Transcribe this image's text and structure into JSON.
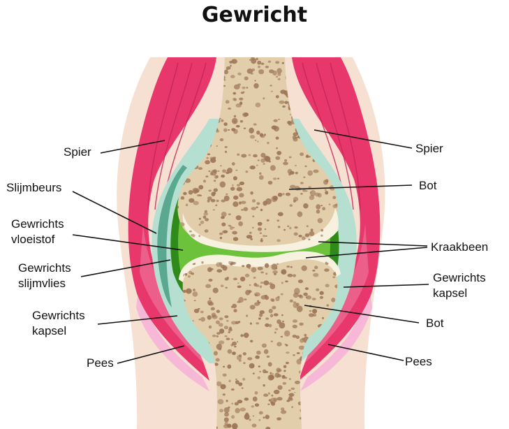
{
  "title": "Gewricht",
  "labels": {
    "spier_left": "Spier",
    "slijmbeurs": "Slijmbeurs",
    "vloeistof_1": "Gewrichts",
    "vloeistof_2": "vloeistof",
    "slijmvlies_1": "Gewrichts",
    "slijmvlies_2": "slijmvlies",
    "kapsel_left_1": "Gewrichts",
    "kapsel_left_2": "kapsel",
    "pees_left": "Pees",
    "spier_right": "Spier",
    "bot_top": "Bot",
    "kraakbeen": "Kraakbeen",
    "kapsel_right_1": "Gewrichts",
    "kapsel_right_2": "kapsel",
    "bot_bottom": "Bot",
    "pees_right": "Pees"
  },
  "colors": {
    "skin": "#f5e0d2",
    "muscle": "#e8386b",
    "muscle_light": "#f07aa0",
    "tendon": "#f6b8d6",
    "capsule": "#b5dfd0",
    "bursa": "#5aa890",
    "fluid": "#6cc33b",
    "membrane": "#2f8a1a",
    "cartilage": "#f7f2e0",
    "bone": "#e3ceab",
    "bone_spot": "#9b7555"
  }
}
